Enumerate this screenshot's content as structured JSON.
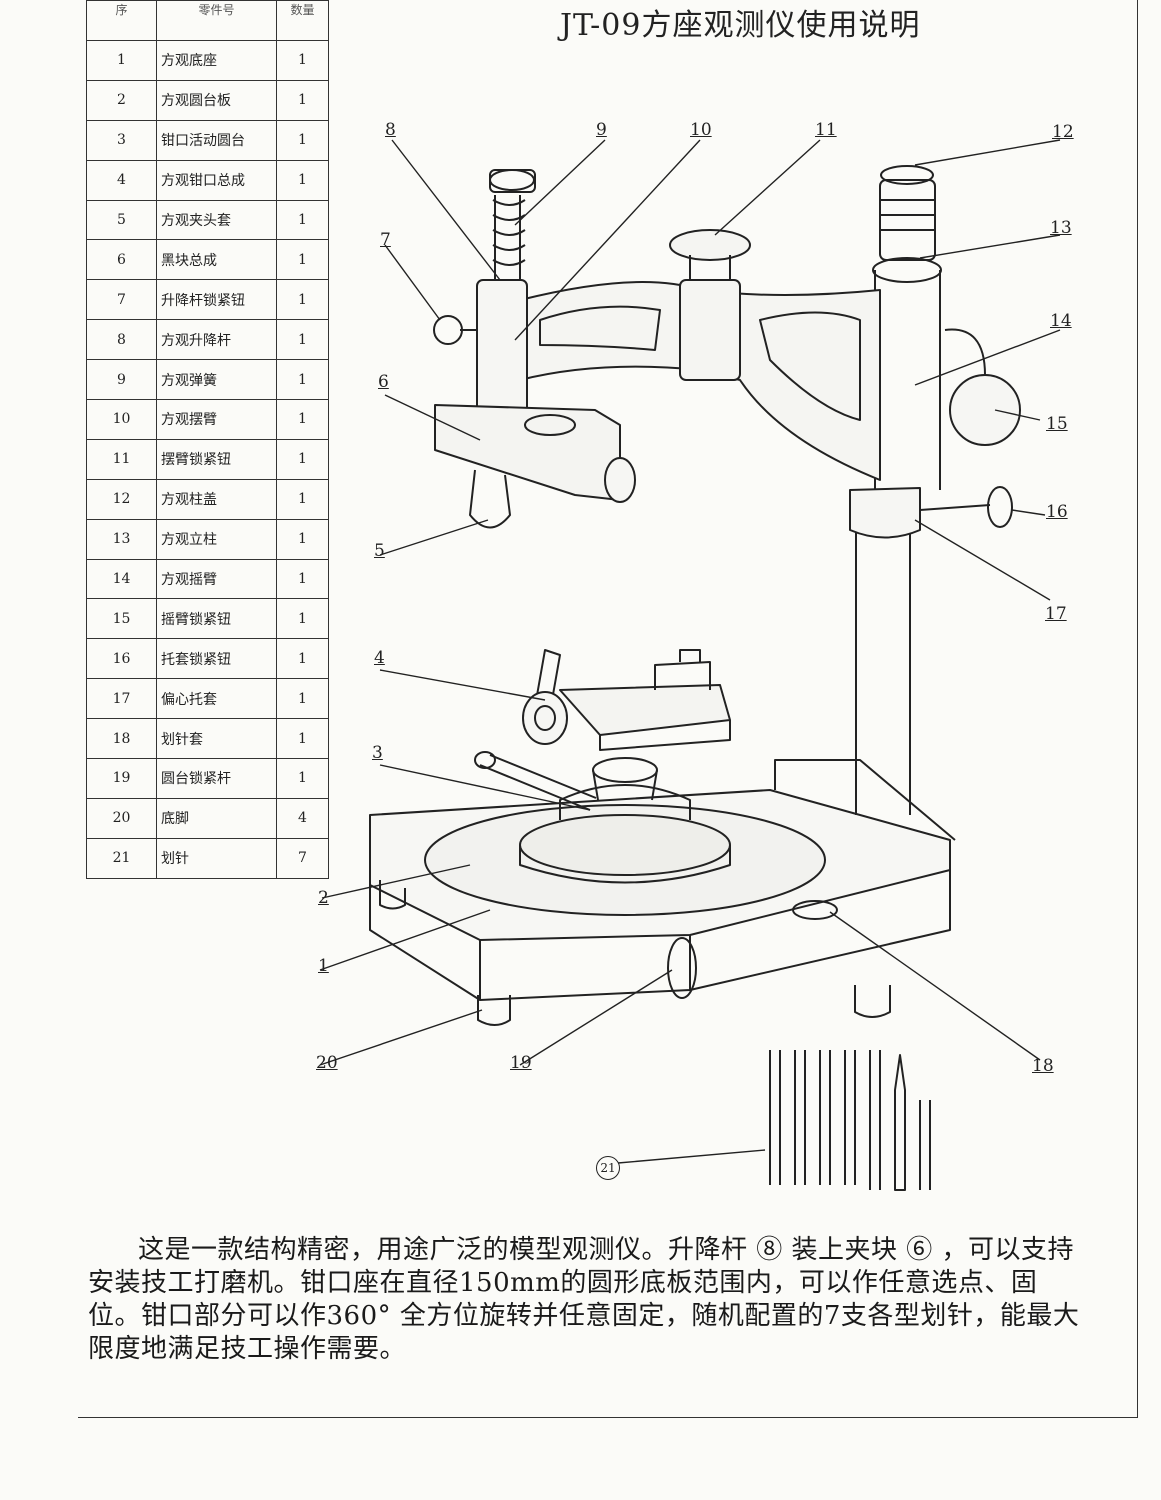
{
  "document": {
    "title": "JT-09方座观测仪使用说明",
    "table": {
      "headers": [
        "序",
        "零件号",
        "数量"
      ],
      "rows": [
        {
          "num": "1",
          "name": "方观底座",
          "qty": "1"
        },
        {
          "num": "2",
          "name": "方观圆台板",
          "qty": "1"
        },
        {
          "num": "3",
          "name": "钳口活动圆台",
          "qty": "1"
        },
        {
          "num": "4",
          "name": "方观钳口总成",
          "qty": "1"
        },
        {
          "num": "5",
          "name": "方观夹头套",
          "qty": "1"
        },
        {
          "num": "6",
          "name": "黑块总成",
          "qty": "1"
        },
        {
          "num": "7",
          "name": "升降杆锁紧钮",
          "qty": "1"
        },
        {
          "num": "8",
          "name": "方观升降杆",
          "qty": "1"
        },
        {
          "num": "9",
          "name": "方观弹簧",
          "qty": "1"
        },
        {
          "num": "10",
          "name": "方观摆臂",
          "qty": "1"
        },
        {
          "num": "11",
          "name": "摆臂锁紧钮",
          "qty": "1"
        },
        {
          "num": "12",
          "name": "方观柱盖",
          "qty": "1"
        },
        {
          "num": "13",
          "name": "方观立柱",
          "qty": "1"
        },
        {
          "num": "14",
          "name": "方观摇臂",
          "qty": "1"
        },
        {
          "num": "15",
          "name": "摇臂锁紧钮",
          "qty": "1"
        },
        {
          "num": "16",
          "name": "托套锁紧钮",
          "qty": "1"
        },
        {
          "num": "17",
          "name": "偏心托套",
          "qty": "1"
        },
        {
          "num": "18",
          "name": "划针套",
          "qty": "1"
        },
        {
          "num": "19",
          "name": "圆台锁紧杆",
          "qty": "1"
        },
        {
          "num": "20",
          "name": "底脚",
          "qty": "4"
        },
        {
          "num": "21",
          "name": "划针",
          "qty": "7"
        }
      ]
    },
    "callouts": [
      "1",
      "2",
      "3",
      "4",
      "5",
      "6",
      "7",
      "8",
      "9",
      "10",
      "11",
      "12",
      "13",
      "14",
      "15",
      "16",
      "17",
      "18",
      "19",
      "20",
      "21"
    ],
    "description": "这是一款结构精密，用途广泛的模型观测仪。升降杆 ⑧ 装上夹块 ⑥ ，可以支持安装技工打磨机。钳口座在直径150mm的圆形底板范围内，可以作任意选点、固位。钳口部分可以作360° 全方位旋转并任意固定，随机配置的7支各型划针，能最大限度地满足技工操作需要。"
  }
}
